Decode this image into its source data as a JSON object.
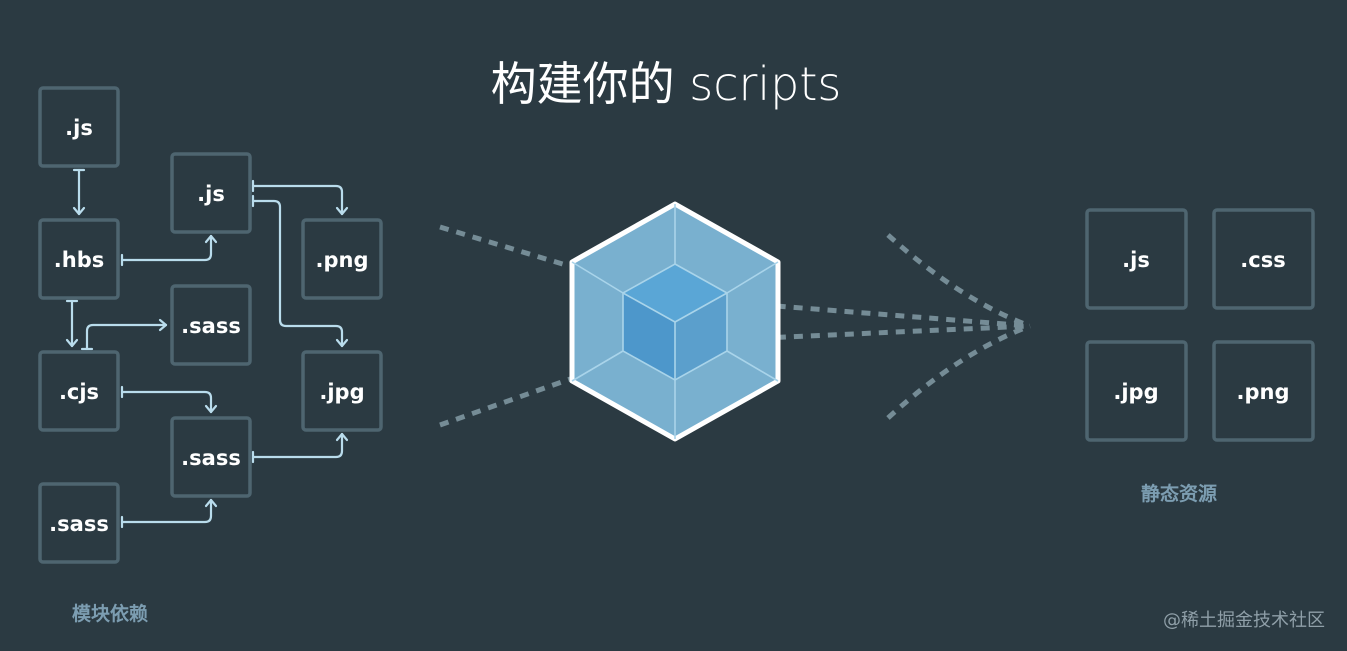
{
  "title": "构建你的 scripts",
  "left_group": {
    "caption": "模块依赖",
    "modules": [
      ".js",
      ".js",
      ".hbs",
      ".png",
      ".sass",
      ".cjs",
      ".jpg",
      ".sass",
      ".sass"
    ]
  },
  "right_group": {
    "caption": "静态资源",
    "assets": [
      ".js",
      ".css",
      ".jpg",
      ".png"
    ]
  },
  "watermark": "@稀土掘金技术社区",
  "colors": {
    "background": "#2b3a42",
    "box_border": "#4e6570",
    "connector": "#b9dcec",
    "cube_outer": "#8ed6fb",
    "cube_inner": "#1c78c0",
    "caption": "#7c9db1"
  },
  "icons": {
    "center": "webpack-cube-icon"
  }
}
